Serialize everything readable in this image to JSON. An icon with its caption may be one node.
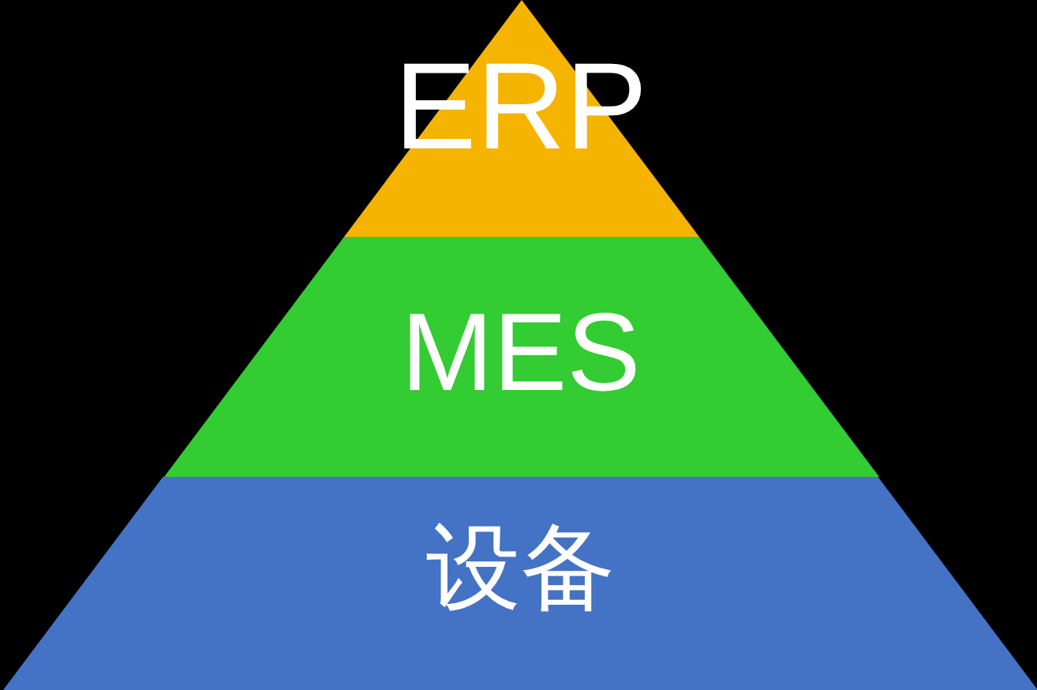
{
  "diagram": {
    "nodes": [
      {
        "text": [
          "ERP"
        ]
      },
      {
        "text": [
          "MES"
        ]
      },
      {
        "text": [
          "设备"
        ]
      }
    ]
  }
}
